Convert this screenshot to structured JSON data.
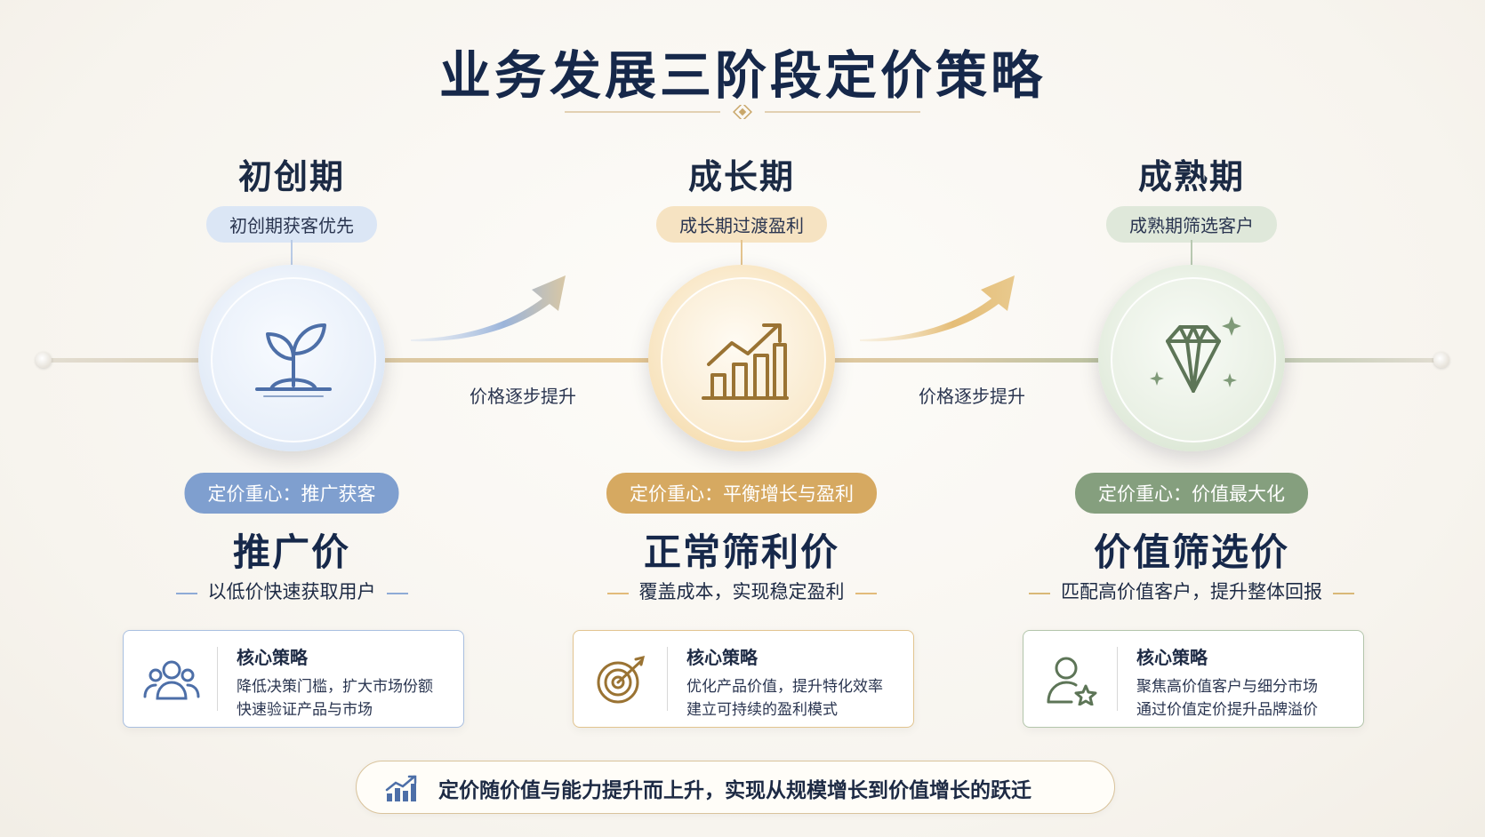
{
  "title": "业务发展三阶段定价策略",
  "stages": [
    {
      "name": "初创期",
      "tag": "初创期获客优先",
      "focus": "定价重心：推广获客",
      "price_name": "推广价",
      "price_desc": "以低价快速获取用户",
      "icon": "sprout-icon",
      "card": {
        "title": "核心策略",
        "lines": [
          "降低决策门槛，扩大市场份额",
          "快速验证产品与市场"
        ],
        "icon": "users-icon"
      },
      "colors": {
        "accent": "#6f93c9",
        "soft": "#dbe6f5",
        "circle": "#e9f0fa",
        "icon": "#4d6fa8"
      }
    },
    {
      "name": "成长期",
      "tag": "成长期过渡盈利",
      "focus": "定价重心：平衡增长与盈利",
      "price_name": "正常筛利价",
      "price_desc": "覆盖成本，实现稳定盈利",
      "icon": "growth-chart-icon",
      "card": {
        "title": "核心策略",
        "lines": [
          "优化产品价值，提升特化效率",
          "建立可持续的盈利模式"
        ],
        "icon": "target-icon"
      },
      "colors": {
        "accent": "#d4a25a",
        "soft": "#f6e3c2",
        "circle": "#fbecd2",
        "icon": "#9a7333"
      }
    },
    {
      "name": "成熟期",
      "tag": "成熟期筛选客户",
      "focus": "定价重心：价值最大化",
      "price_name": "价值筛选价",
      "price_desc": "匹配高价值客户，提升整体回报",
      "icon": "diamond-icon",
      "card": {
        "title": "核心策略",
        "lines": [
          "聚焦高价值客户与细分市场",
          "通过价值定价提升品牌溢价"
        ],
        "icon": "user-star-icon"
      },
      "colors": {
        "accent": "#7f9a78",
        "soft": "#dfe8da",
        "circle": "#e8efe4",
        "icon": "#5d7557"
      }
    }
  ],
  "transitions": [
    {
      "label": "价格逐步提升"
    },
    {
      "label": "价格逐步提升"
    }
  ],
  "banner": {
    "text": "定价随价值与能力提升而上升，实现从规模增长到价值增长的跃迁",
    "icon": "rising-bars-icon"
  }
}
